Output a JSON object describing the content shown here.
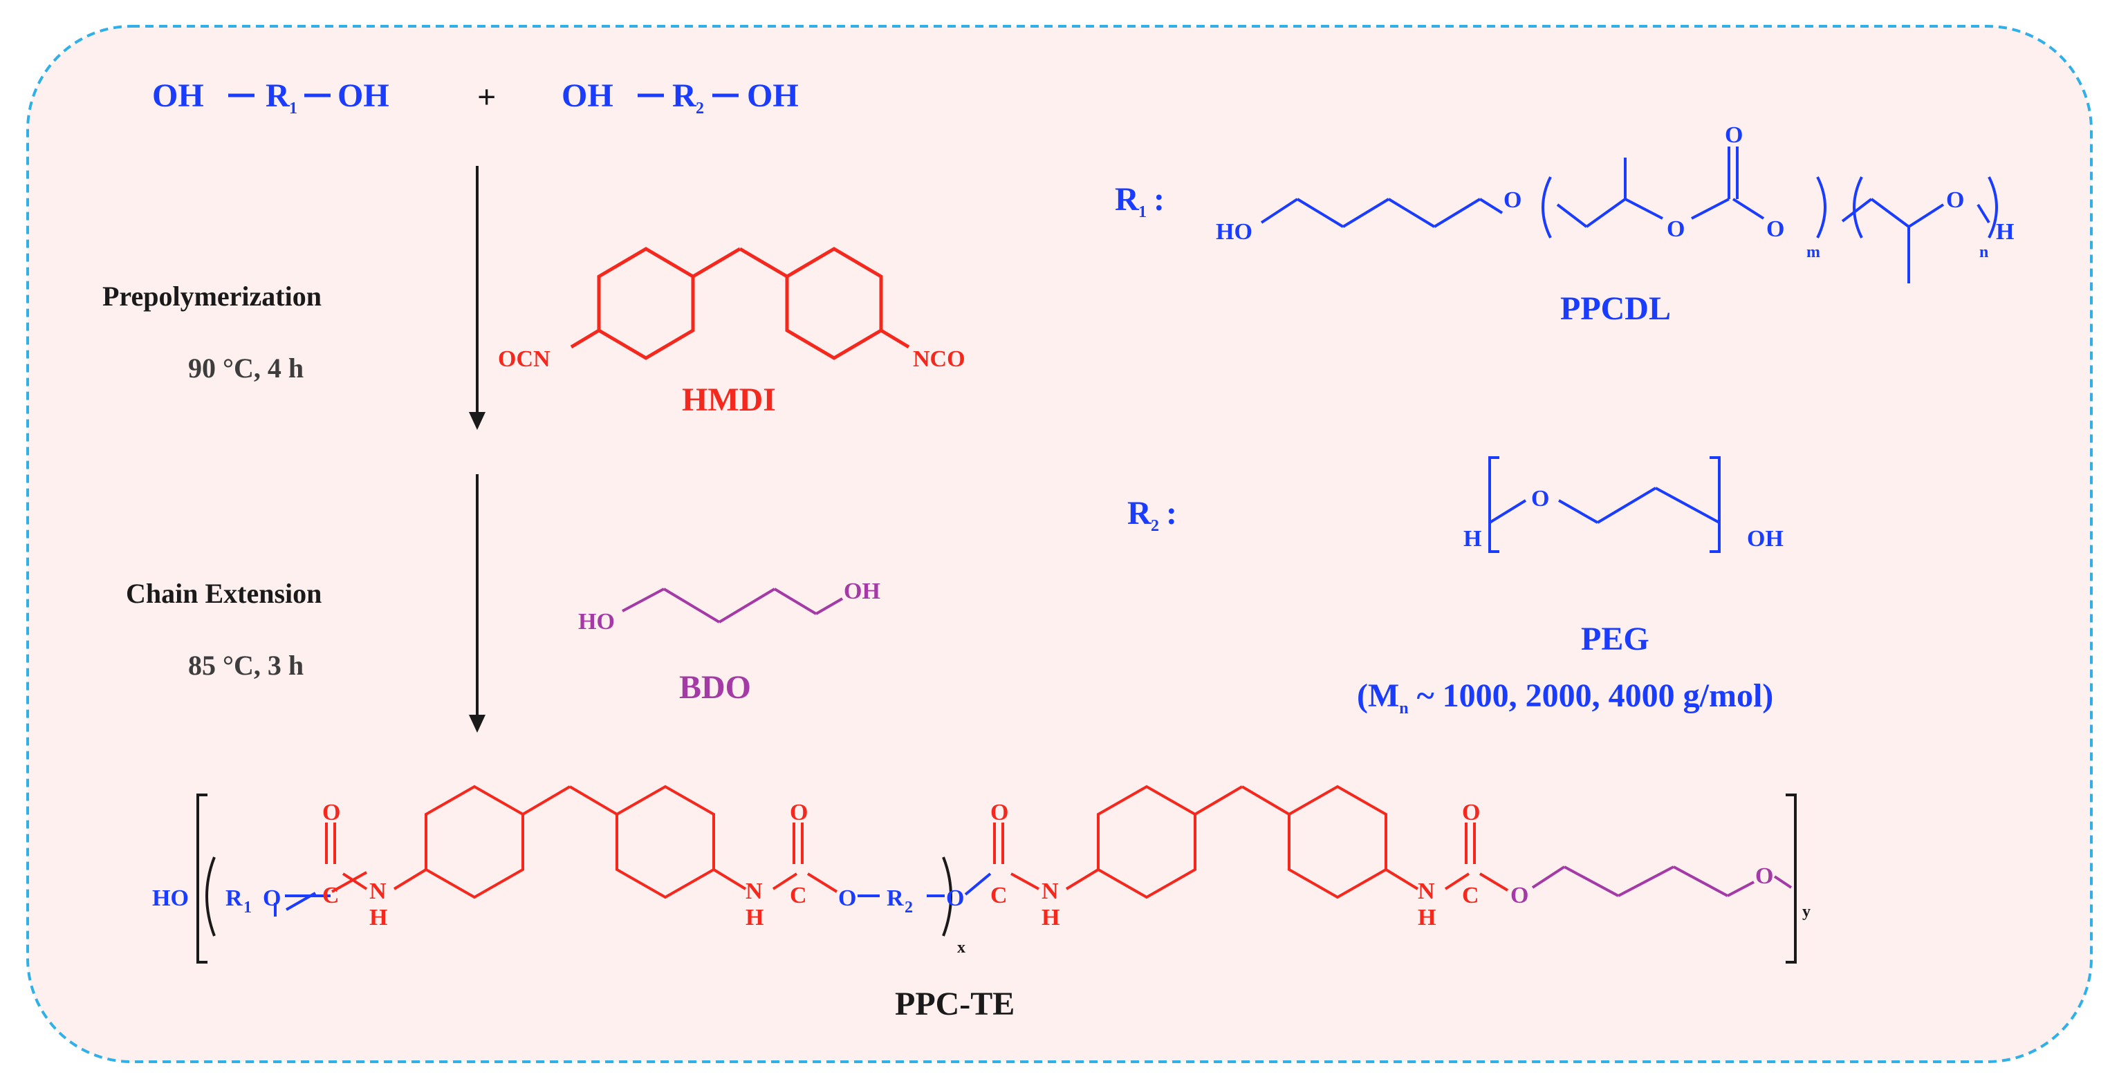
{
  "colors": {
    "blue": "#1a3cff",
    "red": "#f5281e",
    "purple": "#a33aa6",
    "black": "#1a1a1a",
    "gray": "#3d3d3d",
    "background": "#fdf0ee",
    "border": "#2fb0e8"
  },
  "reactants": {
    "oh": "OH",
    "r": "R",
    "r1_index": "1",
    "r2_index": "2",
    "plus": "+"
  },
  "steps": {
    "prepolymerization": {
      "label": "Prepolymerization",
      "condition": "90 °C, 4 h"
    },
    "chain_extension": {
      "label": "Chain Extension",
      "condition": "85 °C, 3 h"
    }
  },
  "hmdi": {
    "name": "HMDI",
    "left_group": "OCN",
    "right_group": "NCO"
  },
  "bdo": {
    "name": "BDO",
    "left_group": "HO",
    "right_group": "OH"
  },
  "r1": {
    "label": "R",
    "label_index": "1",
    "colon": ":",
    "name": "PPCDL",
    "ho": "HO",
    "o": "O",
    "m": "m",
    "n": "n",
    "h": "H"
  },
  "r2": {
    "label": "R",
    "label_index": "2",
    "colon": ":",
    "name": "PEG",
    "h": "H",
    "o": "O",
    "oh": "OH",
    "mn_prefix": "(M",
    "mn_index": "n",
    "mn_range": " ~ 1000, 2000, 4000 g/mol)"
  },
  "product": {
    "name": "PPC-TE",
    "ho": "HO",
    "r": "R",
    "r1_index": "1",
    "r2_index": "2",
    "o": "O",
    "c": "C",
    "n": "N",
    "h": "H",
    "x": "x",
    "y": "y"
  }
}
